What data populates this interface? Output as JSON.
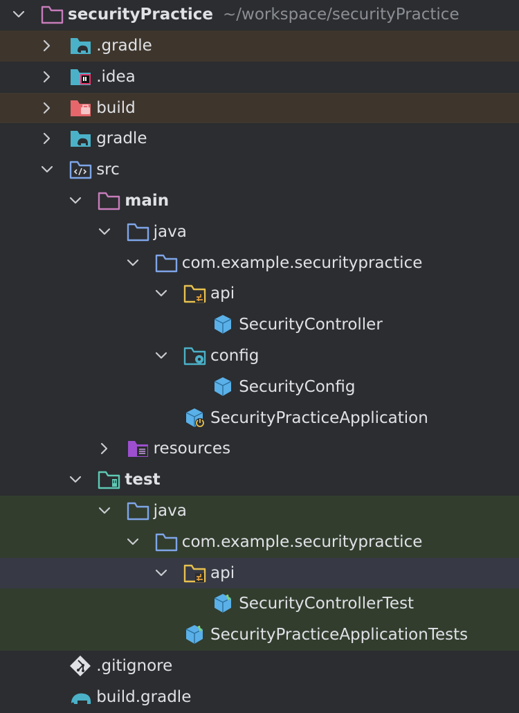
{
  "tree": {
    "rows": [
      {
        "label": "securityPractice",
        "path": "~/workspace/securityPractice",
        "bold": true,
        "chevron": "down",
        "icon": "module-folder-icon",
        "indent": 0,
        "bg": ""
      },
      {
        "label": ".gradle",
        "chevron": "right",
        "icon": "gradle-folder-icon",
        "indent": 1,
        "bg": "excluded"
      },
      {
        "label": ".idea",
        "chevron": "right",
        "icon": "idea-folder-icon",
        "indent": 1,
        "bg": ""
      },
      {
        "label": "build",
        "chevron": "right",
        "icon": "build-folder-icon",
        "indent": 1,
        "bg": "excluded"
      },
      {
        "label": "gradle",
        "chevron": "right",
        "icon": "gradle-folder-icon",
        "indent": 1,
        "bg": ""
      },
      {
        "label": "src",
        "chevron": "down",
        "icon": "source-folder-icon",
        "indent": 1,
        "bg": ""
      },
      {
        "label": "main",
        "bold": true,
        "chevron": "down",
        "icon": "module-folder-icon",
        "indent": 2,
        "bg": ""
      },
      {
        "label": "java",
        "chevron": "down",
        "icon": "folder-icon",
        "indent": 3,
        "bg": ""
      },
      {
        "label": "com.example.securitypractice",
        "chevron": "down",
        "icon": "package-folder-icon",
        "indent": 4,
        "bg": ""
      },
      {
        "label": "api",
        "chevron": "down",
        "icon": "api-folder-icon",
        "indent": 5,
        "bg": ""
      },
      {
        "label": "SecurityController",
        "chevron": "",
        "icon": "java-class-icon",
        "indent": 6,
        "bg": ""
      },
      {
        "label": "config",
        "chevron": "down",
        "icon": "config-folder-icon",
        "indent": 5,
        "bg": ""
      },
      {
        "label": "SecurityConfig",
        "chevron": "",
        "icon": "java-class-icon",
        "indent": 6,
        "bg": ""
      },
      {
        "label": "SecurityPracticeApplication",
        "chevron": "",
        "icon": "spring-app-class-icon",
        "indent": 5,
        "bg": ""
      },
      {
        "label": "resources",
        "chevron": "right",
        "icon": "resources-folder-icon",
        "indent": 3,
        "bg": ""
      },
      {
        "label": "test",
        "bold": true,
        "chevron": "down",
        "icon": "test-folder-icon",
        "indent": 2,
        "bg": ""
      },
      {
        "label": "java",
        "chevron": "down",
        "icon": "folder-icon",
        "indent": 3,
        "bg": "test"
      },
      {
        "label": "com.example.securitypractice",
        "chevron": "down",
        "icon": "package-folder-icon",
        "indent": 4,
        "bg": "test"
      },
      {
        "label": "api",
        "chevron": "down",
        "icon": "api-folder-icon",
        "indent": 5,
        "bg": "selected"
      },
      {
        "label": "SecurityControllerTest",
        "chevron": "",
        "icon": "java-test-class-icon",
        "indent": 6,
        "bg": "test"
      },
      {
        "label": "SecurityPracticeApplicationTests",
        "chevron": "",
        "icon": "java-test-class-icon",
        "indent": 5,
        "bg": "test"
      },
      {
        "label": ".gitignore",
        "chevron": "",
        "icon": "git-icon",
        "indent": 1,
        "bg": ""
      },
      {
        "label": "build.gradle",
        "chevron": "",
        "icon": "gradle-elephant-icon",
        "indent": 1,
        "bg": ""
      }
    ]
  },
  "colors": {
    "background": "#2b2d30",
    "excluded_row": "#3e362d",
    "test_row": "#323d2e",
    "selected_row": "#373a44",
    "text": "#dfe1e5",
    "path_text": "#8b8e94",
    "module_folder": "#c77dbb",
    "folder": "#7fa5e8",
    "gradle_folder": "#4bb1c8",
    "build_folder": "#e5676c",
    "api_folder": "#e8c14f",
    "config_folder": "#4bb1c8",
    "resources_folder": "#9d4fcf",
    "test_folder": "#5fc9b4",
    "java_class": "#5ab0e8"
  }
}
